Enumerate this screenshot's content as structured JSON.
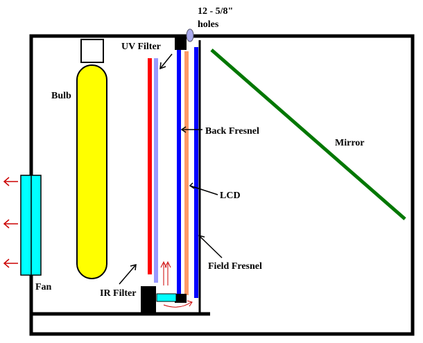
{
  "labels": {
    "holes_line1": "12 - 5/8\"",
    "holes_line2": "holes",
    "uv_filter": "UV Filter",
    "bulb": "Bulb",
    "back_fresnel": "Back Fresnel",
    "mirror": "Mirror",
    "lcd": "LCD",
    "field_fresnel": "Field Fresnel",
    "ir_filter": "IR Filter",
    "fan": "Fan"
  },
  "colors": {
    "outline": "#000000",
    "bulb": "#ffff00",
    "ir_filter": "#ff0000",
    "uv_filter": "#9999ff",
    "fresnel": "#0000ff",
    "lcd": "#ff9966",
    "mirror": "#007700",
    "fan": "#00ffff",
    "airflow_arrow": "#cc0000",
    "hole": "#aaaaee"
  },
  "icons": {
    "airflow": "arrow-left-icon",
    "heat": "arrow-up-icon"
  }
}
